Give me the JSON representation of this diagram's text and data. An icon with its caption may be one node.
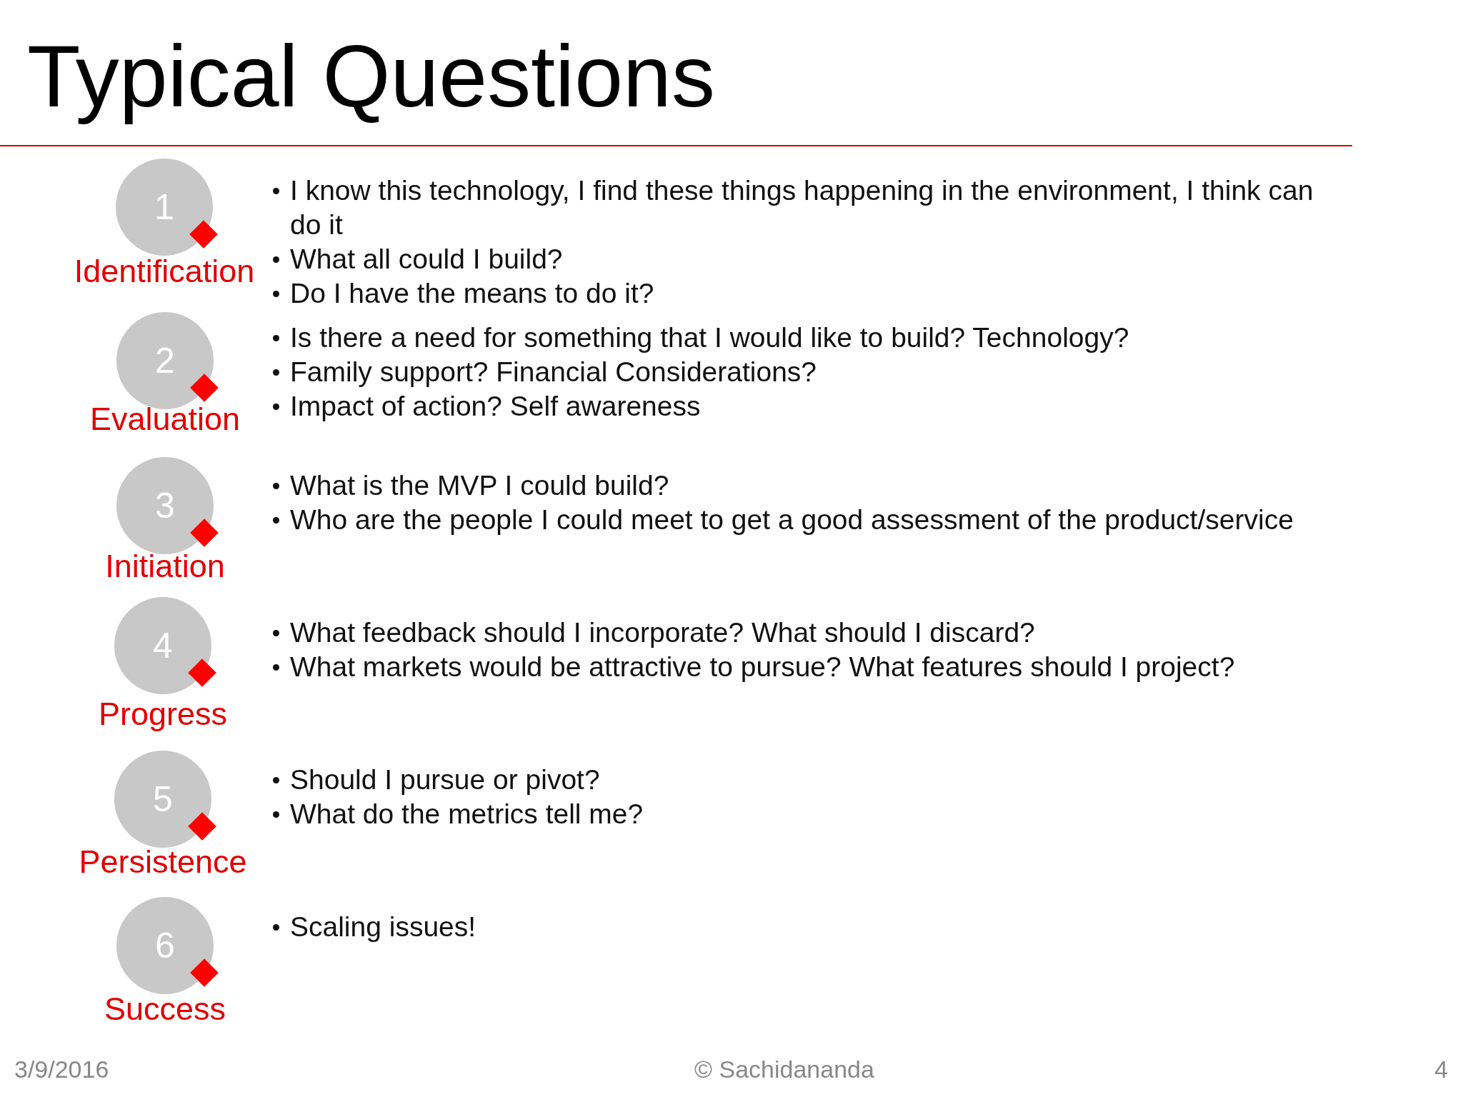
{
  "diagram": {
    "title": "Typical Questions",
    "nodes": [
      {
        "text": [
          "1"
        ],
        "beside": [
          "Identification"
        ]
      },
      {
        "text": [
          "2"
        ],
        "beside": [
          "Evaluation"
        ]
      },
      {
        "text": [
          "3"
        ],
        "beside": [
          "Initiation"
        ]
      },
      {
        "text": [
          "4"
        ],
        "beside": [
          "Progress"
        ]
      },
      {
        "text": [
          "5"
        ],
        "beside": [
          "Persistence"
        ]
      },
      {
        "text": [
          "6"
        ],
        "beside": [
          "Success"
        ]
      }
    ],
    "labels": [
      "I know this technology, I find these things happening in the environment, I think can do it",
      "What all could I build?",
      "Do I have the means to do it?",
      "Is there a need for something that I would like to build? Technology?",
      "Family support? Financial Considerations?",
      "Impact of action? Self awareness",
      "What is the MVP I could build?",
      "Who are the people I could meet to get a good assessment of the product/service",
      "What feedback should I incorporate? What should I discard?",
      "What markets would be attractive to pursue? What features should I project?",
      "Should I pursue or pivot?",
      "What do the metrics tell me?",
      "Scaling issues!",
      "3/9/2016",
      "© Sachidananda",
      "4"
    ]
  }
}
